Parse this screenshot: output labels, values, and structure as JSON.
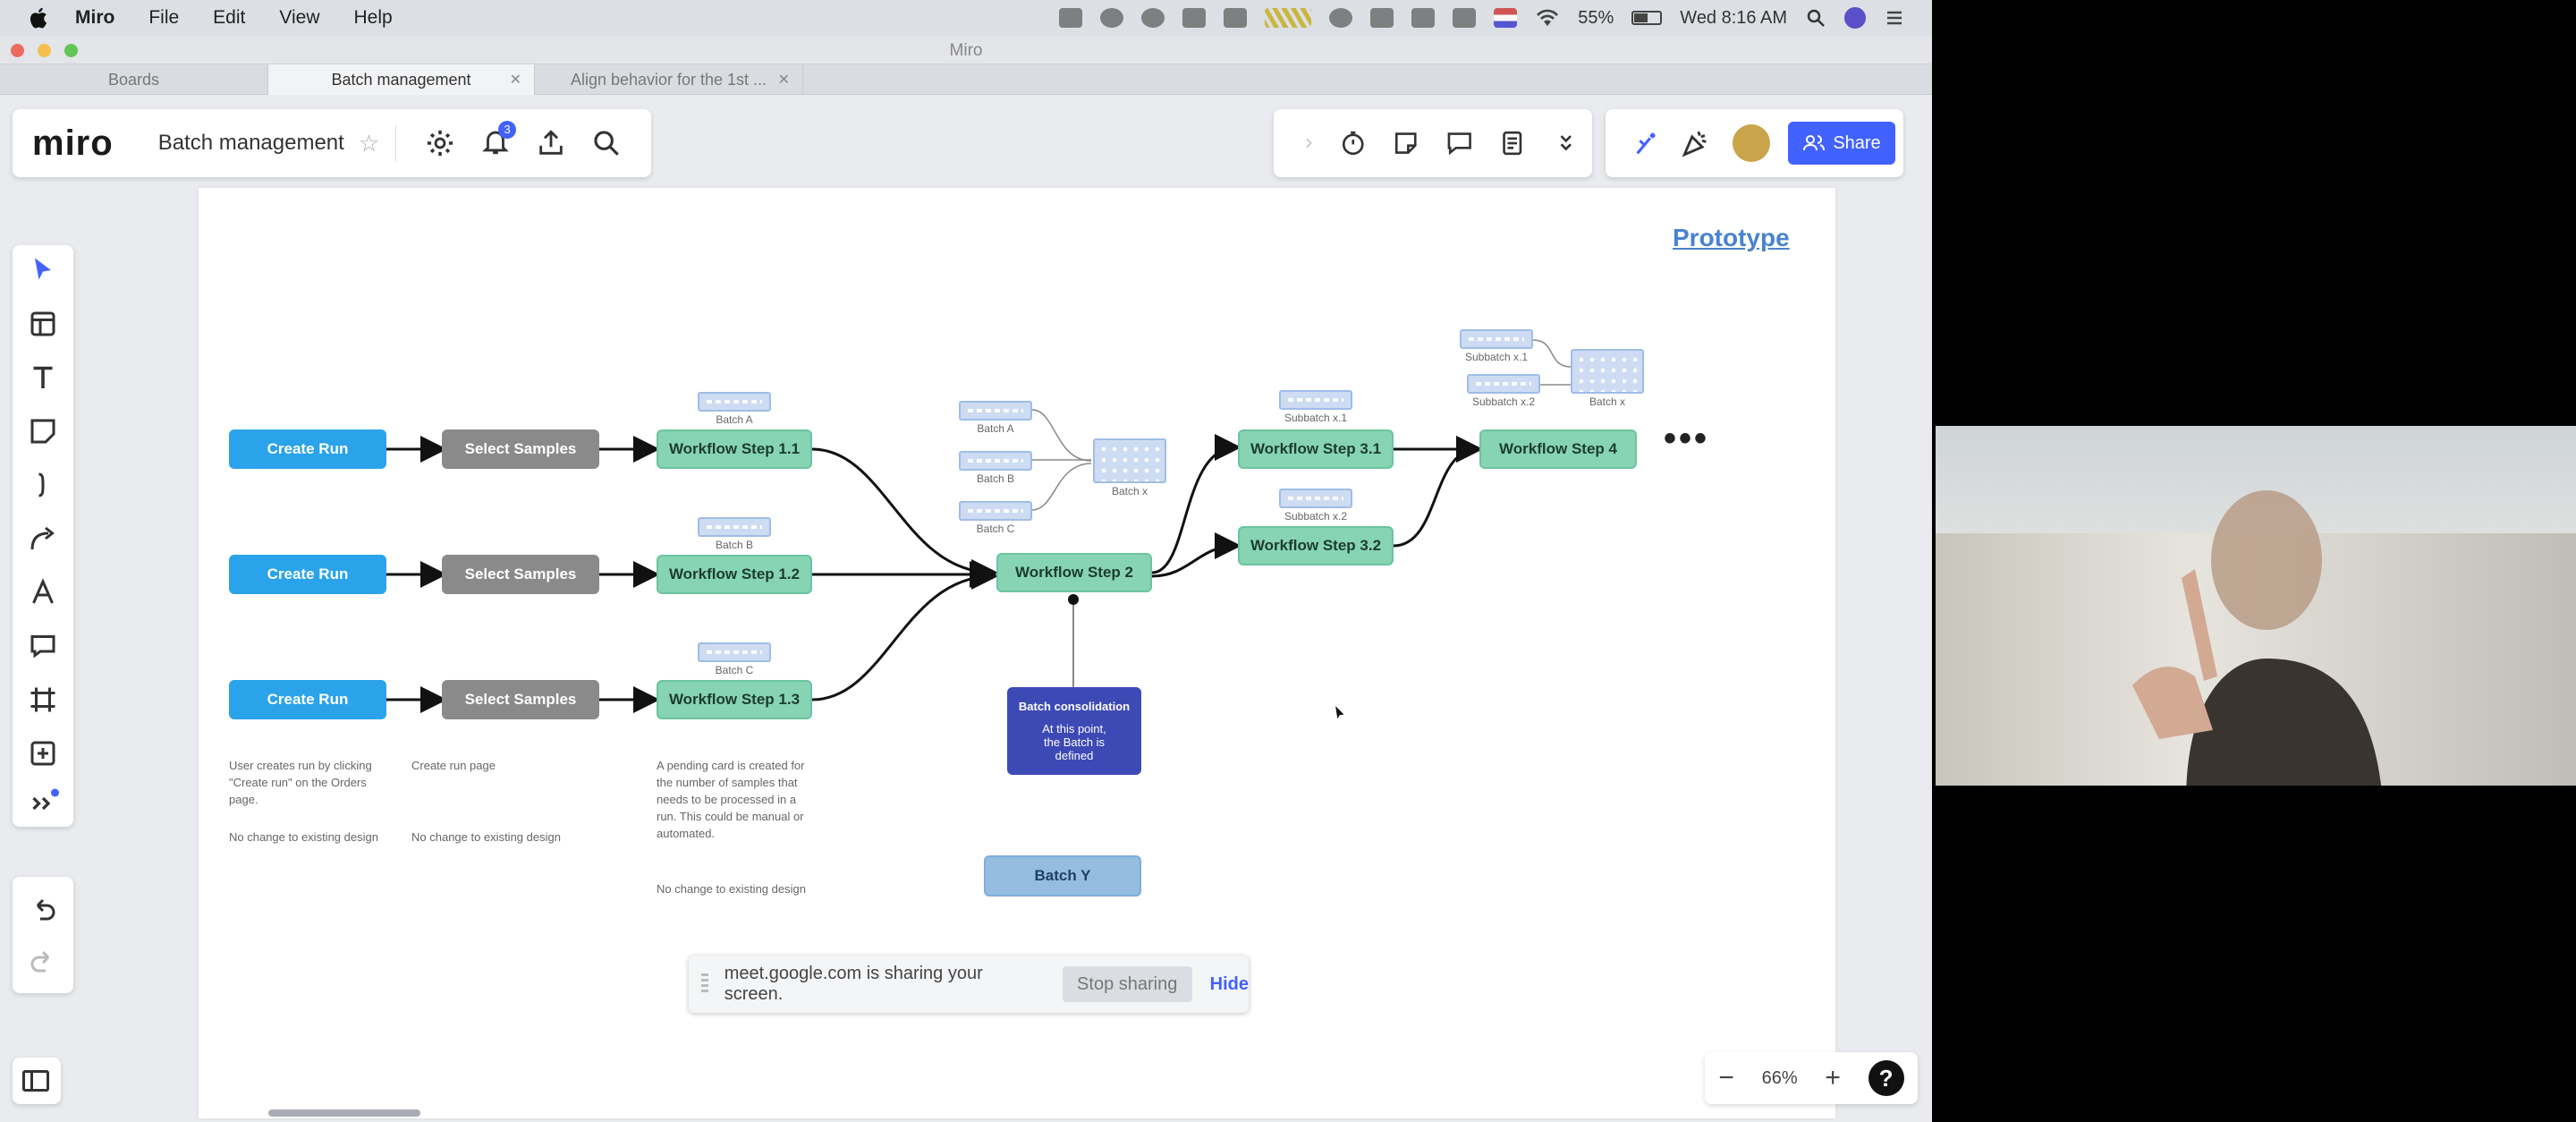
{
  "menubar": {
    "app": "Miro",
    "items": [
      "File",
      "Edit",
      "View",
      "Help"
    ],
    "battery": "55%",
    "clock": "Wed 8:16 AM"
  },
  "window": {
    "title": "Miro"
  },
  "tabs": [
    {
      "label": "Boards"
    },
    {
      "label": "Batch management"
    },
    {
      "label": "Align behavior for the 1st ..."
    }
  ],
  "topbar": {
    "logo": "miro",
    "board_name": "Batch management",
    "notification_count": "3",
    "share_label": "Share"
  },
  "diagram": {
    "prototype_link": "Prototype",
    "create_run": "Create Run",
    "select_samples": "Select Samples",
    "wf_1_1": "Workflow Step 1.1",
    "wf_1_2": "Workflow Step 1.2",
    "wf_1_3": "Workflow Step 1.3",
    "wf_2": "Workflow Step 2",
    "wf_3_1": "Workflow Step 3.1",
    "wf_3_2": "Workflow Step 3.2",
    "wf_4": "Workflow Step 4",
    "batch_a": "Batch A",
    "batch_b": "Batch B",
    "batch_c": "Batch C",
    "batch_x": "Batch x",
    "subbatch_x1": "Subbatch x.1",
    "subbatch_x2": "Subbatch x.2",
    "consolidation_title": "Batch consolidation",
    "consolidation_body": "At this point, the Batch is defined",
    "batch_y": "Batch Y",
    "ellipsis": "•••",
    "note_create_run": "User creates run by clicking \"Create run\" on the Orders page.",
    "note_create_run_2": "No change to existing design",
    "note_select": "Create run page",
    "note_select_2": "No change to existing design",
    "note_pending": "A pending card is created for the number of samples that needs to be processed in a run. This could be manual or automated.",
    "note_pending_2": "No change to existing design"
  },
  "sharebanner": {
    "text": "meet.google.com is sharing your screen.",
    "stop": "Stop sharing",
    "hide": "Hide"
  },
  "zoom": {
    "level": "66%",
    "help": "?"
  },
  "colors": {
    "miro_blue": "#4262ff",
    "start_blue": "#2aa3ea",
    "step_green": "#86d4b4",
    "consolidation_navy": "#3d4ab5"
  }
}
